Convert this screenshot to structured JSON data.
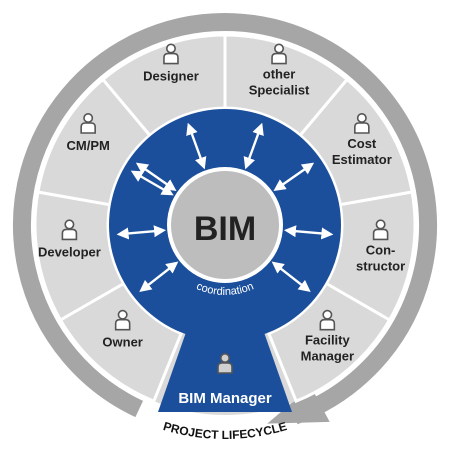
{
  "center": {
    "label": "BIM",
    "caption": "coordination"
  },
  "manager": {
    "label": "BIM Manager",
    "icon": "person-icon"
  },
  "lifecycle": {
    "label": "PROJECT LIFECYCLE"
  },
  "stakeholders": [
    {
      "id": "designer",
      "lines": [
        "Designer"
      ],
      "icon": "person-icon"
    },
    {
      "id": "other-specialist",
      "lines": [
        "other",
        "Specialist"
      ],
      "icon": "person-icon"
    },
    {
      "id": "cost-estimator",
      "lines": [
        "Cost",
        "Estimator"
      ],
      "icon": "person-icon"
    },
    {
      "id": "constructor",
      "lines": [
        "Con-",
        "structor"
      ],
      "icon": "person-icon"
    },
    {
      "id": "facility-manager",
      "lines": [
        "Facility",
        "Manager"
      ],
      "icon": "person-icon"
    },
    {
      "id": "owner",
      "lines": [
        "Owner"
      ],
      "icon": "person-icon"
    },
    {
      "id": "developer",
      "lines": [
        "Developer"
      ],
      "icon": "person-icon"
    },
    {
      "id": "cm-pm",
      "lines": [
        "CM/PM"
      ],
      "icon": "person-icon"
    }
  ],
  "colors": {
    "blue": "#1b4f9c",
    "segment": "#d9d9d9",
    "segment_line": "#ffffff",
    "ring": "#a6a6a6",
    "hub": "#bdbdbd",
    "text": "#222222"
  }
}
